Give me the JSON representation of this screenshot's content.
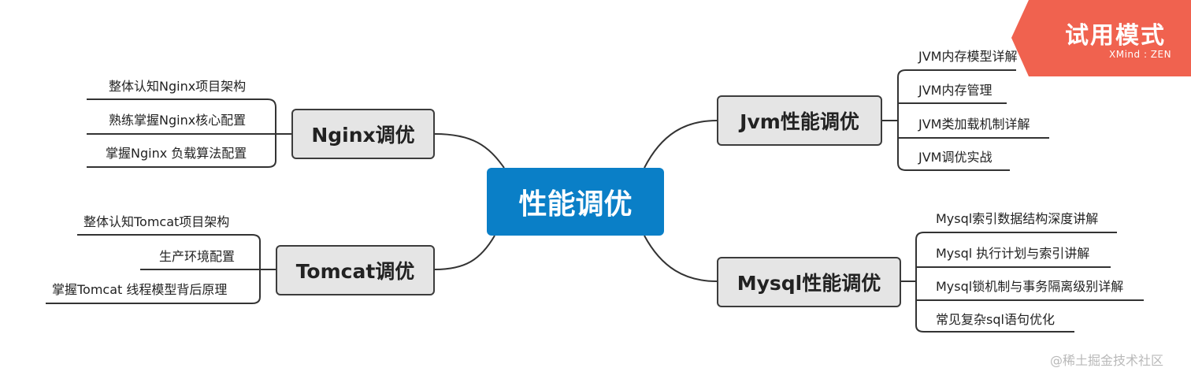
{
  "central": "性能调优",
  "branches": {
    "nginx": {
      "title": "Nginx调优",
      "items": [
        "整体认知Nginx项目架构",
        "熟练掌握Nginx核心配置",
        "掌握Nginx 负载算法配置"
      ]
    },
    "tomcat": {
      "title": "Tomcat调优",
      "items": [
        "整体认知Tomcat项目架构",
        "生产环境配置",
        "掌握Tomcat 线程模型背后原理"
      ]
    },
    "jvm": {
      "title": "Jvm性能调优",
      "items": [
        "JVM内存模型详解",
        "JVM内存管理",
        "JVM类加载机制详解",
        "JVM调优实战"
      ]
    },
    "mysql": {
      "title": "Mysql性能调优",
      "items": [
        "Mysql索引数据结构深度讲解",
        "Mysql 执行计划与索引讲解",
        "Mysql锁机制与事务隔离级别详解",
        "常见复杂sql语句优化"
      ]
    }
  },
  "watermark": {
    "title": "试用模式",
    "sub": "XMind : ZEN",
    "color": "#f0624f"
  },
  "credit": "@稀土掘金技术社区",
  "colors": {
    "central": "#0a7fc7",
    "branch_fill": "#e5e5e5",
    "line": "#333333"
  }
}
